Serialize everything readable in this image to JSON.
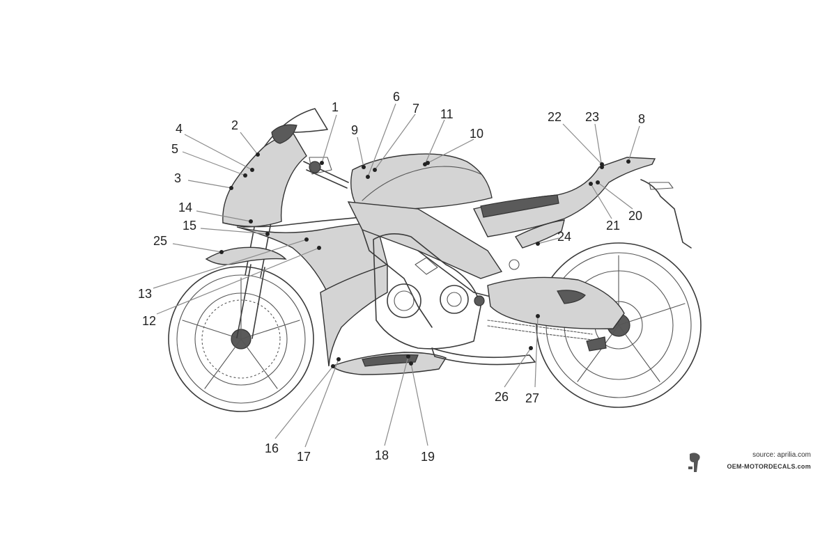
{
  "callouts": [
    {
      "id": "1",
      "text": "1"
    },
    {
      "id": "2",
      "text": "2"
    },
    {
      "id": "3",
      "text": "3"
    },
    {
      "id": "4",
      "text": "4"
    },
    {
      "id": "5",
      "text": "5"
    },
    {
      "id": "6",
      "text": "6"
    },
    {
      "id": "7",
      "text": "7"
    },
    {
      "id": "8",
      "text": "8"
    },
    {
      "id": "9",
      "text": "9"
    },
    {
      "id": "10",
      "text": "10"
    },
    {
      "id": "11",
      "text": "11"
    },
    {
      "id": "12",
      "text": "12"
    },
    {
      "id": "13",
      "text": "13"
    },
    {
      "id": "14",
      "text": "14"
    },
    {
      "id": "15",
      "text": "15"
    },
    {
      "id": "16",
      "text": "16"
    },
    {
      "id": "17",
      "text": "17"
    },
    {
      "id": "18",
      "text": "18"
    },
    {
      "id": "19",
      "text": "19"
    },
    {
      "id": "20",
      "text": "20"
    },
    {
      "id": "21",
      "text": "21"
    },
    {
      "id": "22",
      "text": "22"
    },
    {
      "id": "23",
      "text": "23"
    },
    {
      "id": "24",
      "text": "24"
    },
    {
      "id": "25",
      "text": "25"
    },
    {
      "id": "26",
      "text": "26"
    },
    {
      "id": "27",
      "text": "27"
    }
  ],
  "credit": {
    "source": "source: aprilia.com",
    "brand": "OEM-MOTORDECALS.com"
  },
  "colors": {
    "line": "#3a3a3a",
    "leader": "#8a8a8a",
    "panel_fill": "#d4d4d4",
    "dark_fill": "#5a5a5a"
  }
}
